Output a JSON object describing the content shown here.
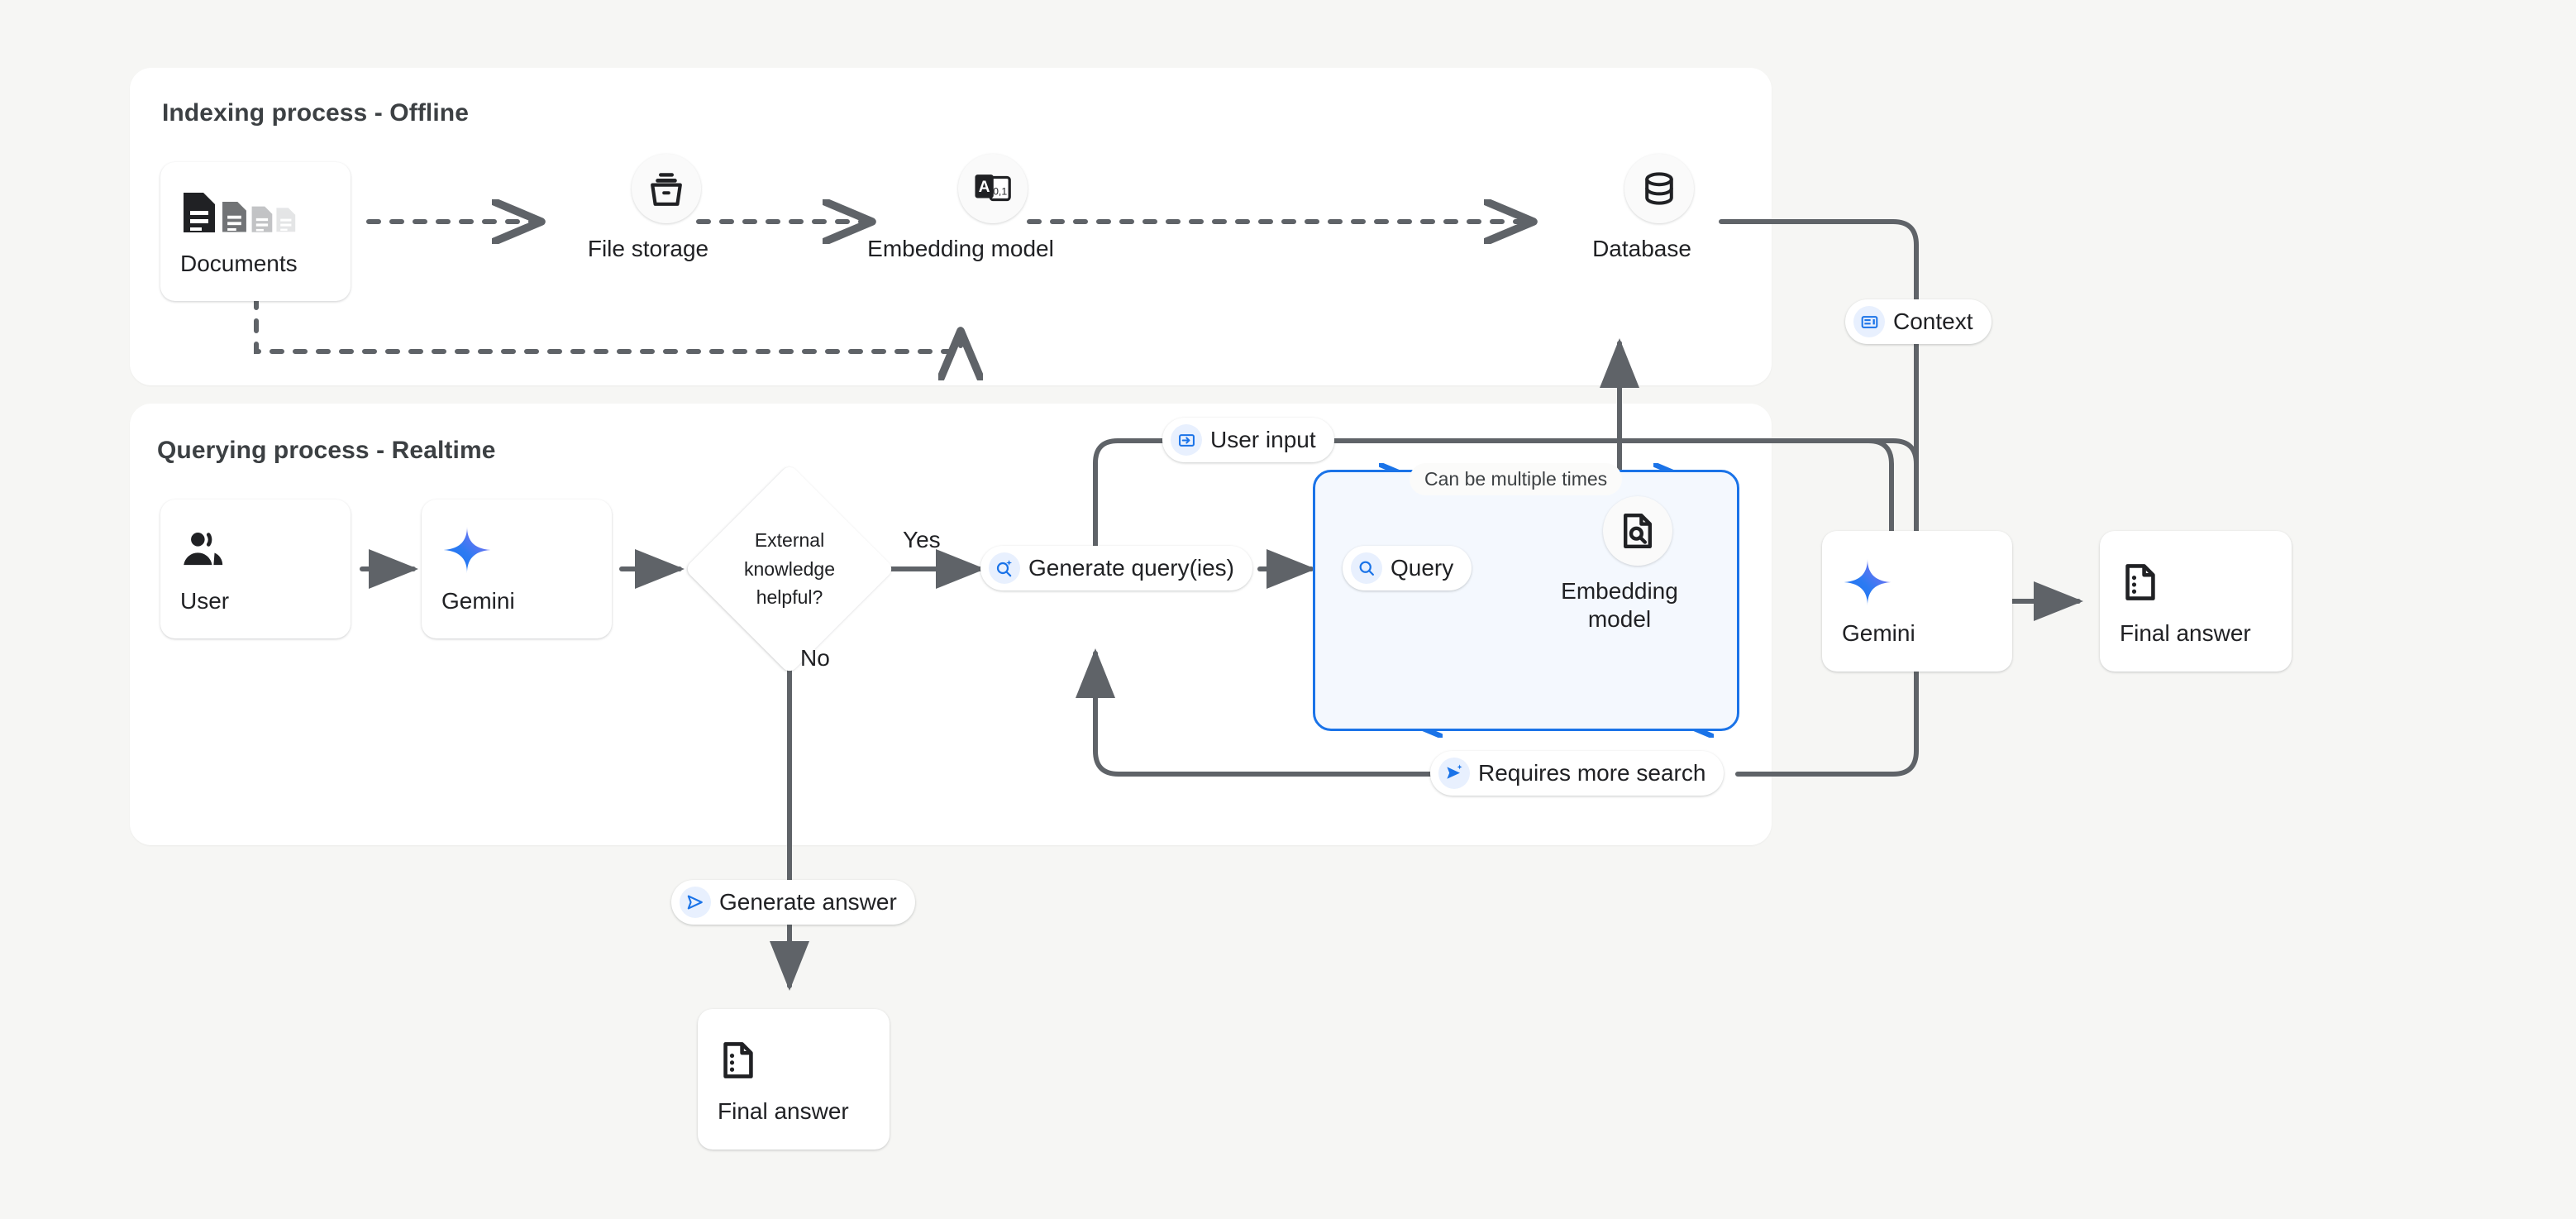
{
  "background_color": "#f6f6f4",
  "accent_color": "#1a73e8",
  "line_color": "#5f6368",
  "panels": {
    "indexing": {
      "title": "Indexing process - Offline"
    },
    "querying": {
      "title": "Querying process - Realtime"
    }
  },
  "indexing": {
    "documents": {
      "label": "Documents",
      "icon": "documents-icon"
    },
    "file_storage": {
      "label": "File storage",
      "icon": "file-storage-icon"
    },
    "embedding_model": {
      "label": "Embedding model",
      "icon": "text-to-vector-icon"
    },
    "database": {
      "label": "Database",
      "icon": "database-icon"
    }
  },
  "querying": {
    "user": {
      "label": "User",
      "icon": "user-group-icon"
    },
    "gemini": {
      "label": "Gemini",
      "icon": "gemini-sparkle-icon"
    },
    "decision": {
      "line1": "External",
      "line2": "knowledge",
      "line3": "helpful?"
    },
    "yes_label": "Yes",
    "no_label": "No",
    "generate_queries": {
      "label": "Generate query(ies)",
      "icon": "search-sparkle-icon"
    },
    "loop": {
      "caption": "Can be multiple times",
      "query": {
        "label": "Query",
        "icon": "search-icon"
      },
      "embedding_model": {
        "line1": "Embedding",
        "line2": "model",
        "icon": "document-search-icon"
      }
    },
    "requires_more_search": {
      "label": "Requires more search",
      "icon": "send-sparkle-icon"
    },
    "user_input": {
      "label": "User input",
      "icon": "input-arrow-icon"
    },
    "context": {
      "label": "Context",
      "icon": "context-panel-icon"
    },
    "gemini_right": {
      "label": "Gemini",
      "icon": "gemini-sparkle-icon"
    },
    "final_answer_right": {
      "label": "Final answer",
      "icon": "answer-document-icon"
    },
    "generate_answer": {
      "label": "Generate answer",
      "icon": "send-icon"
    },
    "final_answer_bottom": {
      "label": "Final answer",
      "icon": "answer-document-icon"
    }
  }
}
